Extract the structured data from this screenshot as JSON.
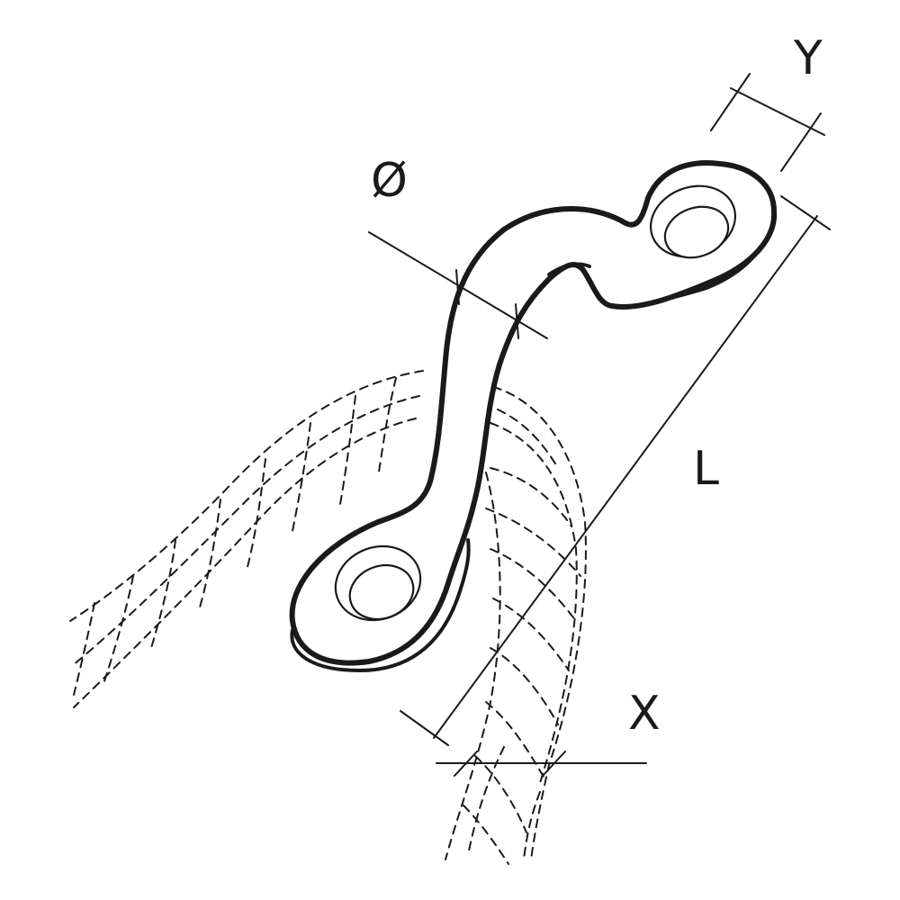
{
  "labels": {
    "y": "Y",
    "diameter": "Ø",
    "l": "L",
    "x": "X"
  },
  "colors": {
    "line": "#1a1a1a",
    "background": "#ffffff"
  }
}
